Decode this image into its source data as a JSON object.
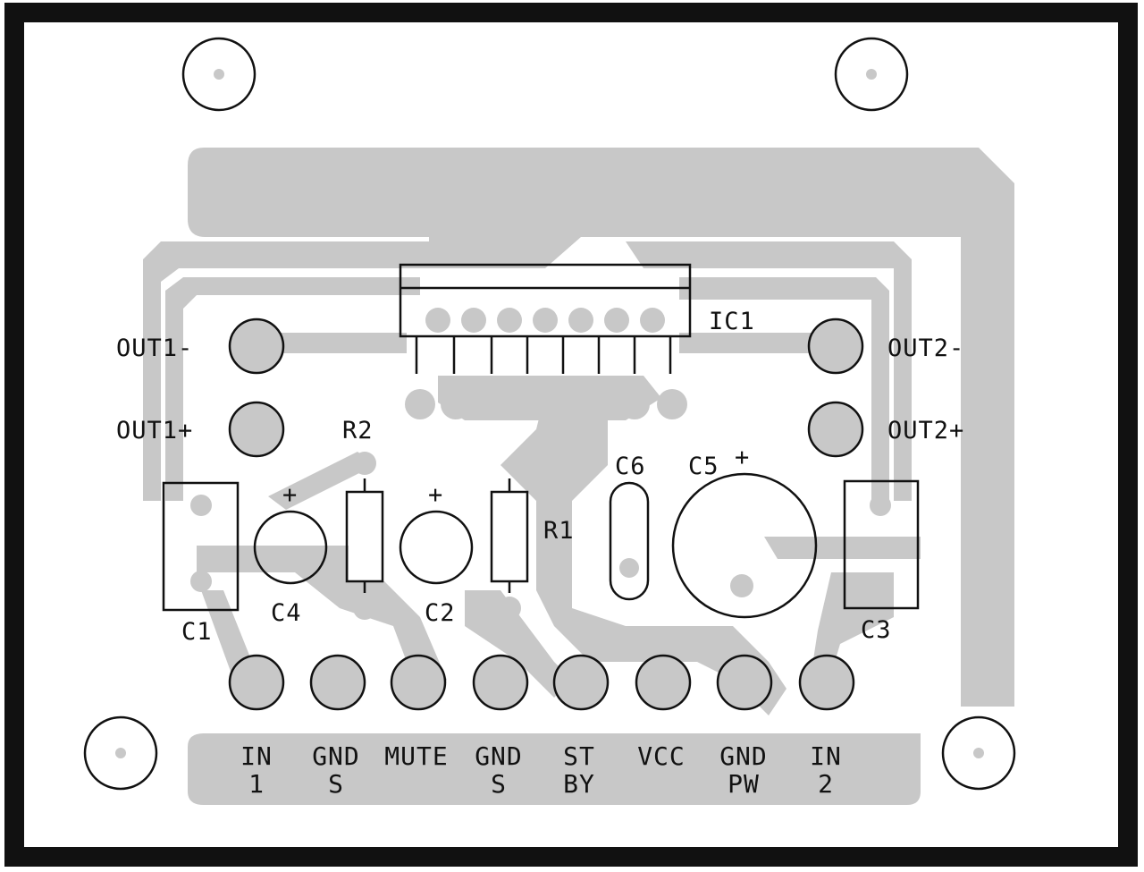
{
  "colors": {
    "ink": "#111111",
    "copper": "#c8c8c8",
    "board": "#ffffff"
  },
  "components": {
    "ic1": "IC1",
    "r1": "R1",
    "r2": "R2",
    "c1": "C1",
    "c2": "C2",
    "c3": "C3",
    "c4": "C4",
    "c5": "C5",
    "c6": "C6",
    "plus": "+"
  },
  "outputs": {
    "out1_minus": "OUT1-",
    "out1_plus": "OUT1+",
    "out2_minus": "OUT2-",
    "out2_plus": "OUT2+"
  },
  "connectors": [
    {
      "line1": "IN",
      "line2": "1"
    },
    {
      "line1": "GND",
      "line2": "S"
    },
    {
      "line1": "MUTE",
      "line2": ""
    },
    {
      "line1": "GND",
      "line2": "S"
    },
    {
      "line1": "ST",
      "line2": "BY"
    },
    {
      "line1": "VCC",
      "line2": ""
    },
    {
      "line1": "GND",
      "line2": "PW"
    },
    {
      "line1": "IN",
      "line2": "2"
    }
  ]
}
